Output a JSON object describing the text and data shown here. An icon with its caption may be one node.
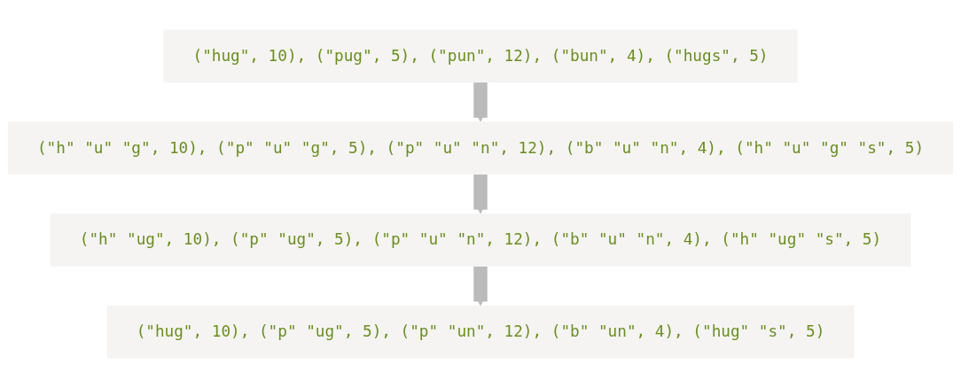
{
  "diagram": {
    "nodes": [
      {
        "text": [
          "(\"hug\", 10), (\"pug\", 5), (\"pun\", 12), (\"bun\", 4), (\"hugs\", 5)"
        ]
      },
      {
        "text": [
          "(\"h\" \"u\" \"g\", 10), (\"p\" \"u\" \"g\", 5), (\"p\" \"u\" \"n\", 12), (\"b\" \"u\" \"n\", 4), (\"h\" \"u\" \"g\" \"s\", 5)"
        ]
      },
      {
        "text": [
          "(\"h\" \"ug\", 10), (\"p\" \"ug\", 5), (\"p\" \"u\" \"n\", 12), (\"b\" \"u\" \"n\", 4), (\"h\" \"ug\" \"s\", 5)"
        ]
      },
      {
        "text": [
          "(\"hug\", 10), (\"p\" \"ug\", 5), (\"p\" \"un\", 12), (\"b\" \"un\", 4), (\"hug\" \"s\", 5)"
        ]
      }
    ],
    "edges": [
      {
        "from": 0,
        "to": 1,
        "arrow": "to"
      },
      {
        "from": 1,
        "to": 2,
        "arrow": "to"
      },
      {
        "from": 2,
        "to": 3,
        "arrow": "to"
      }
    ]
  }
}
